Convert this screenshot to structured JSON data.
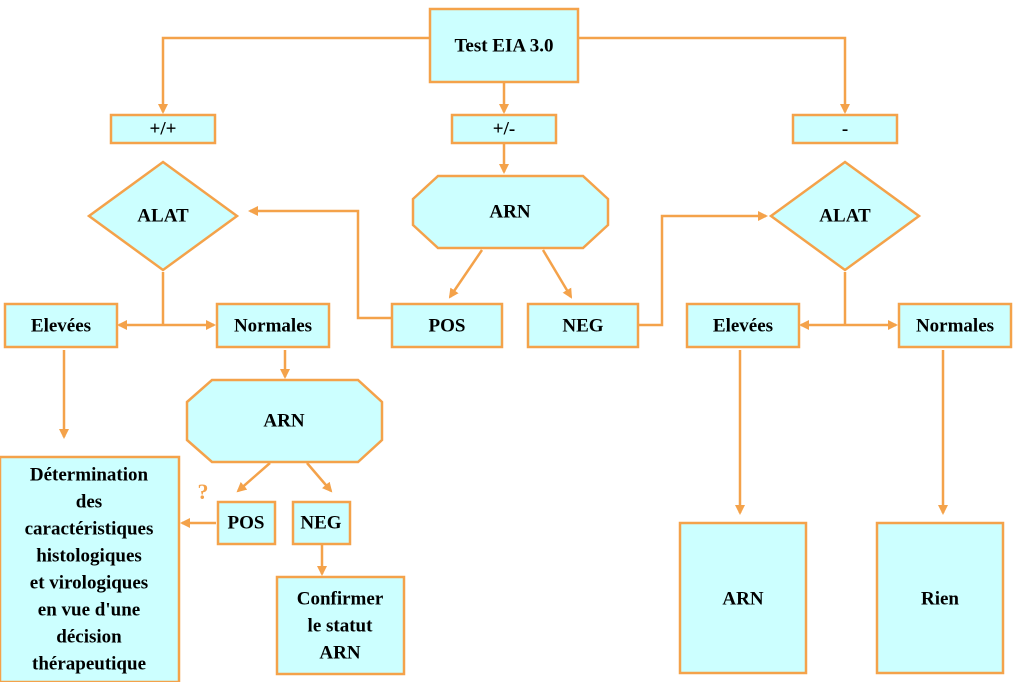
{
  "diagram": {
    "test": "Test EIA 3.0",
    "branch_pos_pos": "+/+",
    "branch_pos_neg": "+/-",
    "branch_neg": "-",
    "alat_left": "ALAT",
    "arn_top": "ARN",
    "alat_right": "ALAT",
    "elevees_left": "Elevées",
    "normales_left": "Normales",
    "pos_mid": "POS",
    "neg_mid": "NEG",
    "elevees_right": "Elevées",
    "normales_right": "Normales",
    "arn_lower": "ARN",
    "determination": [
      "Détermination",
      "des",
      "caractéristiques",
      "histologiques",
      "et virologiques",
      "en vue d'une",
      "décision",
      "thérapeutique"
    ],
    "question_mark": "?",
    "pos_lower": "POS",
    "neg_lower": "NEG",
    "confirmer": [
      "Confirmer",
      "le statut",
      "ARN"
    ],
    "arn_result": "ARN",
    "rien_result": "Rien"
  }
}
